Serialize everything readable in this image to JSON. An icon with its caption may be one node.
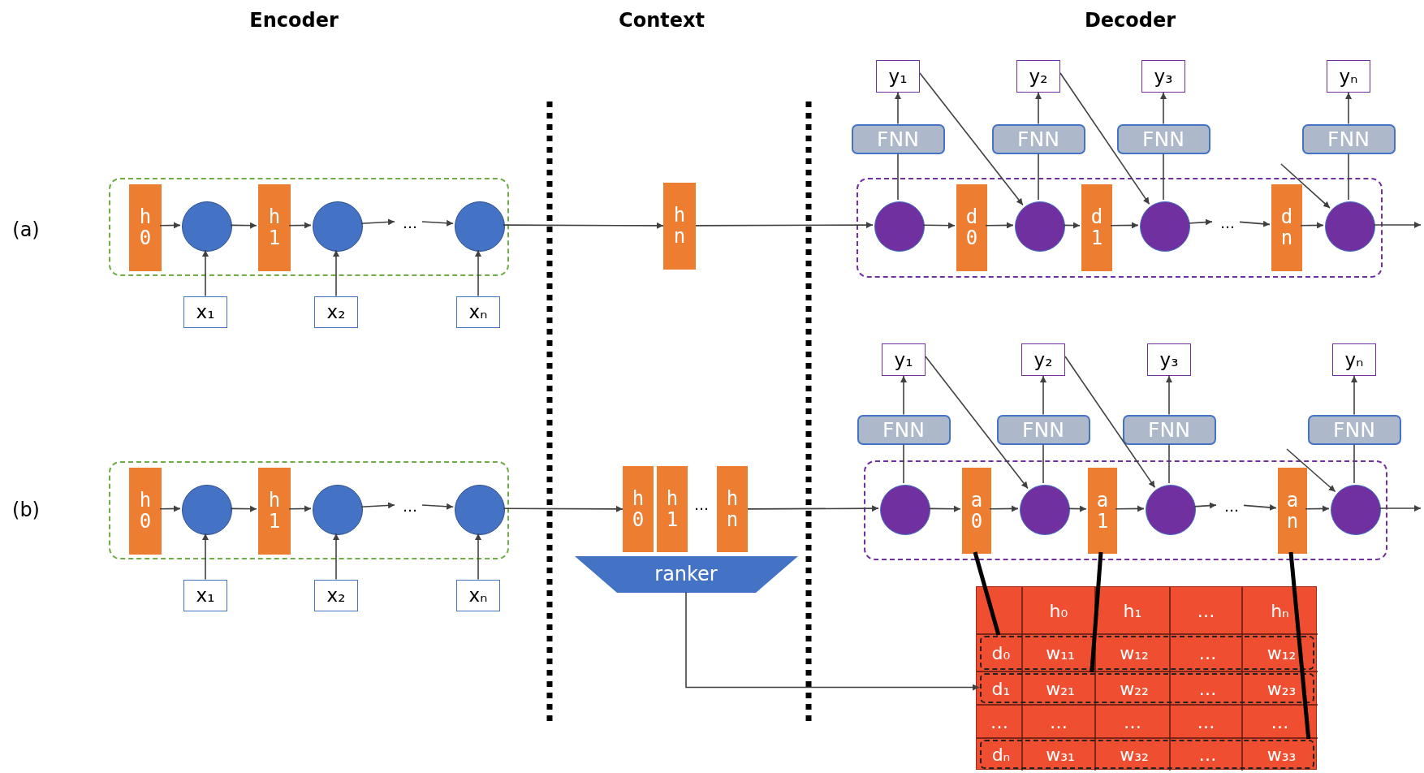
{
  "diagram": {
    "nodes": [
      {
        "text": [],
        "shape": "box"
      },
      {
        "text": [
          "h 0"
        ],
        "in": 0
      },
      {
        "text": [],
        "shape": "circle",
        "in": 0
      },
      {
        "text": [
          "h 1"
        ],
        "in": 0
      },
      {
        "text": [],
        "shape": "circle",
        "in": 0
      },
      {
        "text": [
          "…"
        ],
        "in": 0
      },
      {
        "text": [],
        "shape": "circle",
        "in": 0
      },
      {
        "text": [
          "x₁"
        ]
      },
      {
        "text": [
          "x₂"
        ]
      },
      {
        "text": [
          "xₙ"
        ]
      },
      {
        "text": [
          "h n"
        ]
      },
      {
        "text": [],
        "shape": "box"
      },
      {
        "text": [],
        "shape": "circle",
        "in": 11
      },
      {
        "text": [
          "d 0"
        ],
        "in": 11
      },
      {
        "text": [],
        "shape": "circle",
        "in": 11
      },
      {
        "text": [
          "d 1"
        ],
        "in": 11
      },
      {
        "text": [],
        "shape": "circle",
        "in": 11
      },
      {
        "text": [
          "…"
        ],
        "in": 11
      },
      {
        "text": [
          "d n"
        ],
        "in": 11
      },
      {
        "text": [],
        "shape": "circle",
        "in": 11
      },
      {
        "text": [
          "FNN"
        ]
      },
      {
        "text": [
          "FNN"
        ]
      },
      {
        "text": [
          "FNN"
        ]
      },
      {
        "text": [
          "FNN"
        ]
      },
      {
        "text": [
          "y₁"
        ]
      },
      {
        "text": [
          "y₂"
        ]
      },
      {
        "text": [
          "y₃"
        ]
      },
      {
        "text": [
          "yₙ"
        ]
      },
      {
        "text": [],
        "shape": "box"
      },
      {
        "text": [
          "h 0"
        ],
        "in": 28
      },
      {
        "text": [],
        "shape": "circle",
        "in": 28
      },
      {
        "text": [
          "h 1"
        ],
        "in": 28
      },
      {
        "text": [],
        "shape": "circle",
        "in": 28
      },
      {
        "text": [
          "…"
        ],
        "in": 28
      },
      {
        "text": [],
        "shape": "circle",
        "in": 28
      },
      {
        "text": [
          "x₁"
        ]
      },
      {
        "text": [
          "x₂"
        ]
      },
      {
        "text": [
          "xₙ"
        ]
      },
      {
        "text": [
          "h 0"
        ]
      },
      {
        "text": [
          "h 1"
        ]
      },
      {
        "text": [
          "h n"
        ]
      },
      {
        "text": [
          "ranker"
        ]
      },
      {
        "text": [],
        "shape": "box"
      },
      {
        "text": [],
        "shape": "circle",
        "in": 42
      },
      {
        "text": [
          "a 0"
        ],
        "in": 42
      },
      {
        "text": [],
        "shape": "circle",
        "in": 42
      },
      {
        "text": [
          "a 1"
        ],
        "in": 42
      },
      {
        "text": [],
        "shape": "circle",
        "in": 42
      },
      {
        "text": [
          "…"
        ],
        "in": 42
      },
      {
        "text": [
          "a n"
        ],
        "in": 42
      },
      {
        "text": [],
        "shape": "circle",
        "in": 42
      },
      {
        "text": [
          "FNN"
        ]
      },
      {
        "text": [
          "FNN"
        ]
      },
      {
        "text": [
          "FNN"
        ]
      },
      {
        "text": [
          "FNN"
        ]
      },
      {
        "text": [
          "y₁"
        ]
      },
      {
        "text": [
          "y₂"
        ]
      },
      {
        "text": [
          "y₃"
        ]
      },
      {
        "text": [
          "yₙ"
        ]
      },
      {
        "text": [],
        "shape": "box"
      },
      {
        "text": [
          "d₀",
          "w₁₁",
          "w₁₂",
          "…",
          "w₁₂"
        ],
        "in": 59
      },
      {
        "text": [
          "d₁",
          "w₂₁",
          "w₂₂",
          "…",
          "w₂₃"
        ],
        "in": 59
      },
      {
        "text": [
          "dₙ",
          "w₃₁",
          "w₃₂",
          "…",
          "w₃₃"
        ],
        "in": 59
      }
    ],
    "edges": [
      {
        "from": 1,
        "to": 2,
        "arrow": "to"
      },
      {
        "from": 2,
        "to": 3,
        "arrow": "to"
      },
      {
        "from": 3,
        "to": 4,
        "arrow": "to"
      },
      {
        "from": 4,
        "to": 5,
        "arrow": "to"
      },
      {
        "from": 5,
        "to": 6,
        "arrow": "to"
      },
      {
        "from": 7,
        "to": 2,
        "arrow": "to"
      },
      {
        "from": 8,
        "to": 4,
        "arrow": "to"
      },
      {
        "from": 9,
        "to": 6,
        "arrow": "to"
      },
      {
        "from": 6,
        "to": 10,
        "arrow": "to"
      },
      {
        "from": 10,
        "to": 12,
        "arrow": "to"
      },
      {
        "from": 12,
        "to": 13,
        "arrow": "to"
      },
      {
        "from": 13,
        "to": 14,
        "arrow": "to"
      },
      {
        "from": 14,
        "to": 15,
        "arrow": "to"
      },
      {
        "from": 15,
        "to": 16,
        "arrow": "to"
      },
      {
        "from": 16,
        "to": 17,
        "arrow": "to"
      },
      {
        "from": 17,
        "to": 18,
        "arrow": "to"
      },
      {
        "from": 18,
        "to": 19,
        "arrow": "to"
      },
      {
        "from": 19,
        "to": null,
        "arrow": "to"
      },
      {
        "from": 12,
        "to": 20,
        "arrow": "none"
      },
      {
        "from": 14,
        "to": 21,
        "arrow": "none"
      },
      {
        "from": 16,
        "to": 22,
        "arrow": "none"
      },
      {
        "from": 19,
        "to": 23,
        "arrow": "none"
      },
      {
        "from": 20,
        "to": 24,
        "arrow": "to"
      },
      {
        "from": 21,
        "to": 25,
        "arrow": "to"
      },
      {
        "from": 22,
        "to": 26,
        "arrow": "to"
      },
      {
        "from": 23,
        "to": 27,
        "arrow": "to"
      },
      {
        "from": 24,
        "to": 14,
        "arrow": "to"
      },
      {
        "from": 25,
        "to": 16,
        "arrow": "to"
      },
      {
        "from": null,
        "to": 19,
        "arrow": "to"
      },
      {
        "from": 29,
        "to": 30,
        "arrow": "to"
      },
      {
        "from": 30,
        "to": 31,
        "arrow": "to"
      },
      {
        "from": 31,
        "to": 32,
        "arrow": "to"
      },
      {
        "from": 32,
        "to": 33,
        "arrow": "to"
      },
      {
        "from": 33,
        "to": 34,
        "arrow": "to"
      },
      {
        "from": 35,
        "to": 30,
        "arrow": "to"
      },
      {
        "from": 36,
        "to": 32,
        "arrow": "to"
      },
      {
        "from": 37,
        "to": 34,
        "arrow": "to"
      },
      {
        "from": 34,
        "to": 38,
        "arrow": "to"
      },
      {
        "from": 40,
        "to": 43,
        "arrow": "to"
      },
      {
        "from": 41,
        "to": 61,
        "arrow": "to"
      },
      {
        "from": 43,
        "to": 44,
        "arrow": "to"
      },
      {
        "from": 44,
        "to": 45,
        "arrow": "to"
      },
      {
        "from": 45,
        "to": 46,
        "arrow": "to"
      },
      {
        "from": 46,
        "to": 47,
        "arrow": "to"
      },
      {
        "from": 47,
        "to": 48,
        "arrow": "to"
      },
      {
        "from": 48,
        "to": 49,
        "arrow": "to"
      },
      {
        "from": 49,
        "to": 50,
        "arrow": "to"
      },
      {
        "from": 50,
        "to": null,
        "arrow": "to"
      },
      {
        "from": 43,
        "to": 51,
        "arrow": "none"
      },
      {
        "from": 45,
        "to": 52,
        "arrow": "none"
      },
      {
        "from": 47,
        "to": 53,
        "arrow": "none"
      },
      {
        "from": 50,
        "to": 54,
        "arrow": "none"
      },
      {
        "from": 51,
        "to": 55,
        "arrow": "to"
      },
      {
        "from": 52,
        "to": 56,
        "arrow": "to"
      },
      {
        "from": 53,
        "to": 57,
        "arrow": "to"
      },
      {
        "from": 54,
        "to": 58,
        "arrow": "to"
      },
      {
        "from": 55,
        "to": 45,
        "arrow": "to"
      },
      {
        "from": 56,
        "to": 47,
        "arrow": "to"
      },
      {
        "from": null,
        "to": 50,
        "arrow": "to"
      },
      {
        "from": 44,
        "to": 60,
        "arrow": "none",
        "style": "thick",
        "color": "#000000"
      },
      {
        "from": 46,
        "to": 61,
        "arrow": "none",
        "style": "thick",
        "color": "#000000"
      },
      {
        "from": 49,
        "to": 62,
        "arrow": "none",
        "style": "thick",
        "color": "#000000"
      }
    ],
    "labels": [
      "Encoder",
      "Context",
      "Decoder",
      "(a)",
      "(b)",
      "…",
      "h₀",
      "h₁",
      "…",
      "hₙ",
      "…",
      "…",
      "…",
      "…",
      "…"
    ]
  }
}
